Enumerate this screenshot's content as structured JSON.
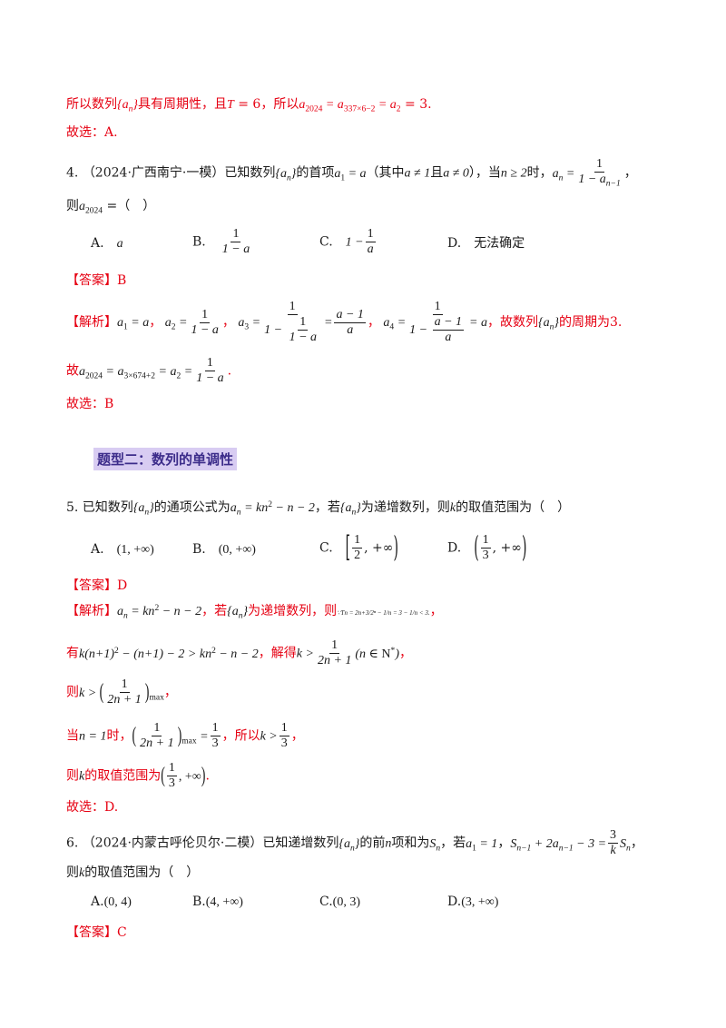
{
  "q3_tail": {
    "line1": "所以数列{an}具有周期性，且T = 6，所以a2024 = a337×6−2 = a2 = 3.",
    "conclusion": "故选：A."
  },
  "q4": {
    "number": "4.",
    "source": "（2024·广西南宁·一模）",
    "stem": "已知数列{an}的首项a1 = a（其中a ≠ 1且a ≠ 0），当n ≥ 2时，an = 1/(1 − an−1)，",
    "ask": "则a2024 =（ ）",
    "options": [
      {
        "label": "A.",
        "text": "a"
      },
      {
        "label": "B.",
        "text": "1/(1 − a)"
      },
      {
        "label": "C.",
        "text": "1 − 1/a"
      },
      {
        "label": "D.",
        "text": "无法确定"
      }
    ],
    "answer_tag": "【答案】",
    "answer": "B",
    "analysis_tag": "【解析】",
    "analysis_1": "a1 = a，a2 = 1/(1 − a)，a3 = (a − 1)/a，a4 = a，故数列{an}的周期为3.",
    "analysis_2": "故a2024 = a3×674+2 = a2 = 1/(1 − a).",
    "conclusion": "故选：B"
  },
  "section": {
    "title": "题型二：数列的单调性"
  },
  "q5": {
    "number": "5.",
    "stem": "已知数列{an}的通项公式为an = kn² − n − 2，若{an}为递增数列，则k的取值范围为（ ）",
    "options": [
      {
        "label": "A.",
        "text": "(1, +∞)"
      },
      {
        "label": "B.",
        "text": "(0, +∞)"
      },
      {
        "label": "C.",
        "text": "[1/2, +∞)"
      },
      {
        "label": "D.",
        "text": "(1/3, +∞)"
      }
    ],
    "answer_tag": "【答案】",
    "answer": "D",
    "analysis_tag": "【解析】",
    "stray_note": "∵Tn = 2n+3/2ⁿ − 1/n = 3 − 1/n < 3.",
    "analysis_1": "an = kn² − n − 2，若{an}为递增数列，则",
    "analysis_2": "有k(n+1)² − (n+1) − 2 > kn² − n − 2，解得k > 1/(2n+1)(n ∈ N*)，",
    "analysis_3": "则k > (1/(2n+1))max，",
    "analysis_4": "当n = 1时，(1/(2n+1))max = 1/3，所以k > 1/3，",
    "analysis_5": "则k的取值范围为(1/3, +∞).",
    "conclusion": "故选：D."
  },
  "q6": {
    "number": "6.",
    "source": "（2024·内蒙古呼伦贝尔·二模）",
    "stem": "已知递增数列{an}的前n项和为Sn，若a1 = 1，Sn−1 + 2an−1 − 3 = (3/k)Sn，",
    "ask": "则k的取值范围为（ ）",
    "options": [
      {
        "label": "A.",
        "text": "(0, 4)"
      },
      {
        "label": "B.",
        "text": "(4, +∞)"
      },
      {
        "label": "C.",
        "text": "(0, 3)"
      },
      {
        "label": "D.",
        "text": "(3, +∞)"
      }
    ],
    "answer_tag": "【答案】",
    "answer": "C"
  },
  "colors": {
    "text": "#1a1a1a",
    "red": "#e60012",
    "heading_bg": "#d8ccf2",
    "heading_text": "#3c2c8a"
  }
}
